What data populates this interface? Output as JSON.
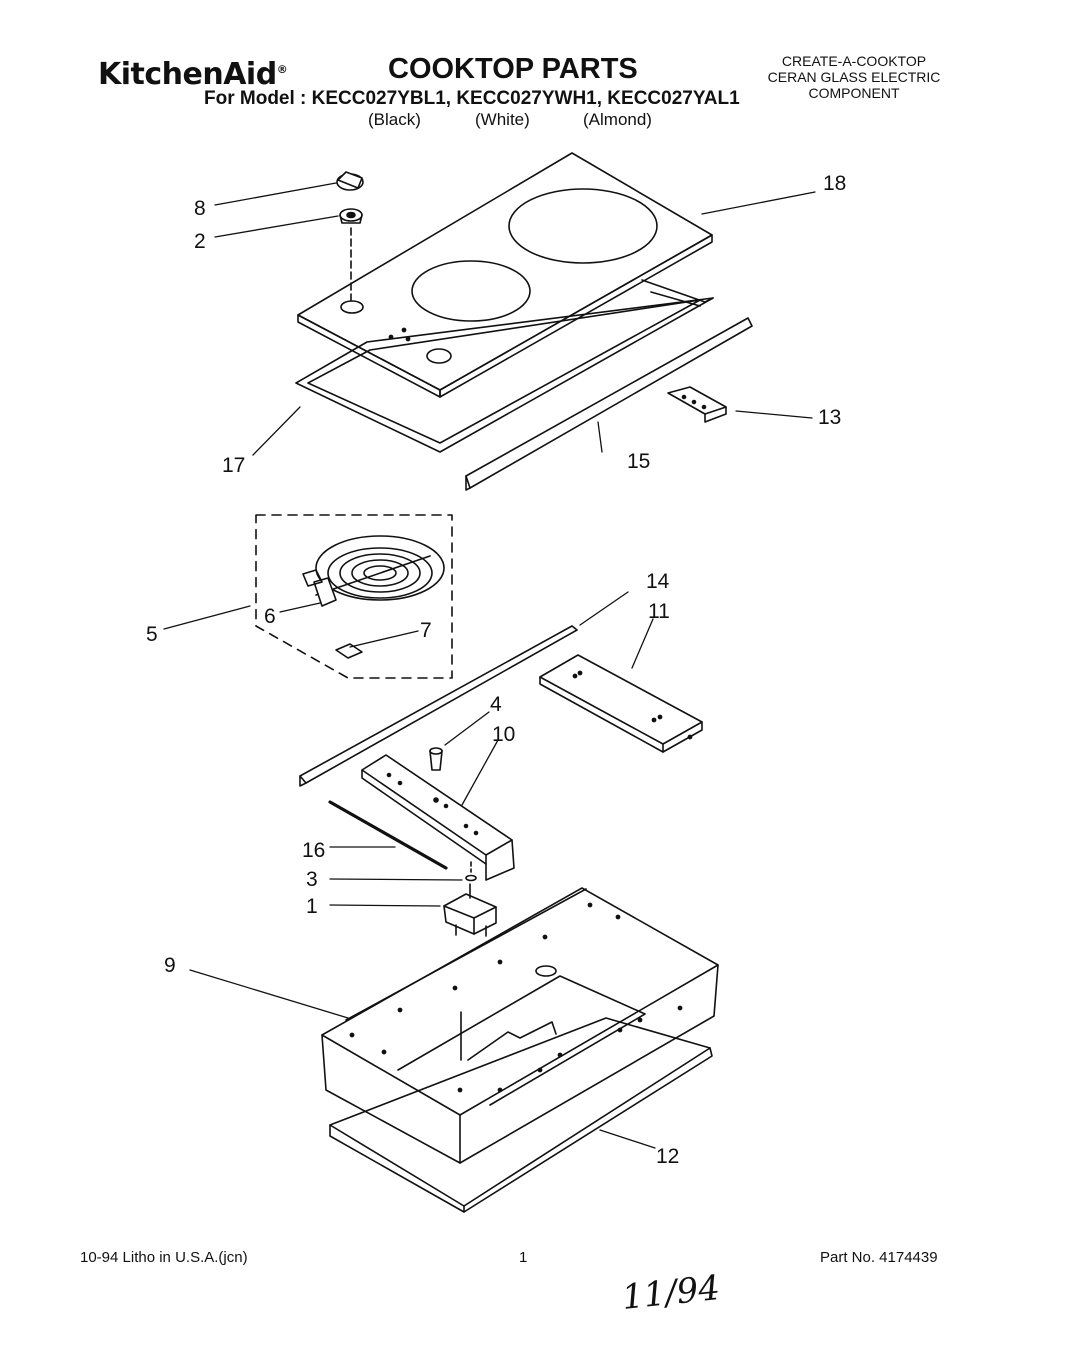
{
  "header": {
    "brand": "KitchenAid",
    "brand_mark": "®",
    "title": "COOKTOP PARTS",
    "model_line": "For Model : KECC027YBL1, KECC027YWH1, KECC027YAL1",
    "colors": [
      "(Black)",
      "(White)",
      "(Almond)"
    ],
    "side_note": [
      "CREATE-A-COOKTOP",
      "CERAN GLASS ELECTRIC",
      "COMPONENT"
    ]
  },
  "callouts": [
    "1",
    "2",
    "3",
    "4",
    "5",
    "6",
    "7",
    "8",
    "9",
    "10",
    "11",
    "12",
    "13",
    "14",
    "15",
    "16",
    "17",
    "18"
  ],
  "footer": {
    "left": "10-94 Litho in U.S.A.(jcn)",
    "center": "1",
    "right": "Part No. 4174439"
  },
  "handwritten_note": "11/94"
}
